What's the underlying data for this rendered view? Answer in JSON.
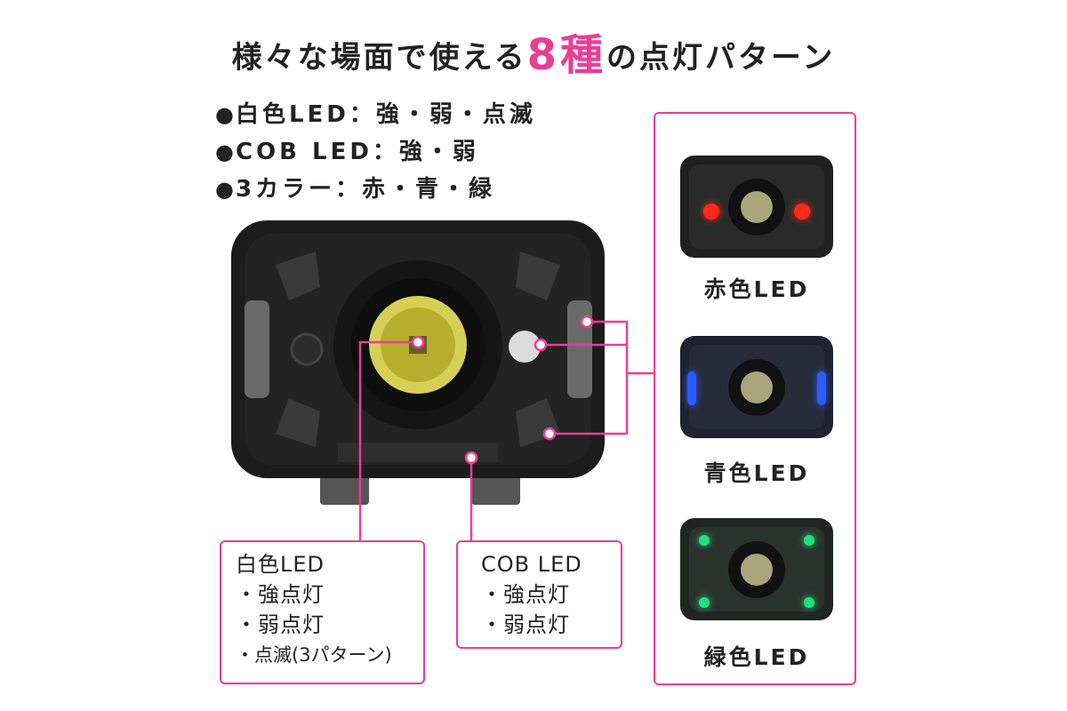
{
  "title": {
    "prefix": "様々な場面で使える",
    "highlight": "8種",
    "suffix": "の点灯パターン"
  },
  "specs": [
    {
      "bullet": "●",
      "text": "白色LED：強・弱・点滅"
    },
    {
      "bullet": "●",
      "text": "COB LED：強・弱"
    },
    {
      "bullet": "●",
      "text": "3カラー：赤・青・緑"
    }
  ],
  "callouts": {
    "white": {
      "heading": "白色LED",
      "items": [
        "・強点灯",
        "・弱点灯",
        "・点滅(3パターン)"
      ]
    },
    "cob": {
      "heading": "COB LED",
      "items": [
        "・強点灯",
        "・弱点灯"
      ]
    }
  },
  "color_modes": [
    {
      "label": "赤色LED",
      "led_color": "#ff2a1a"
    },
    {
      "label": "青色LED",
      "led_color": "#2b5cff"
    },
    {
      "label": "緑色LED",
      "led_color": "#22e07a"
    }
  ],
  "colors": {
    "accent": "#ea3e95",
    "text": "#222222"
  }
}
